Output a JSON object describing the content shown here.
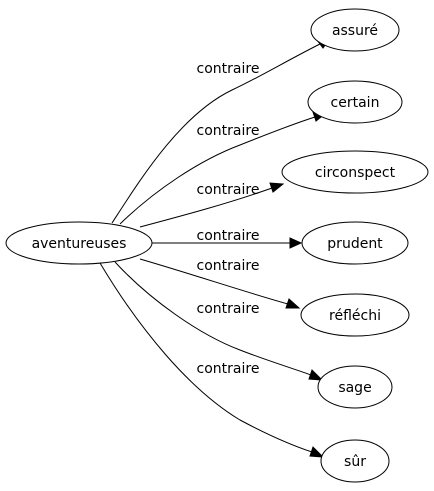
{
  "graph": {
    "source": {
      "label": "aventureuses"
    },
    "edge_label": "contraire",
    "targets": [
      {
        "label": "assuré"
      },
      {
        "label": "certain"
      },
      {
        "label": "circonspect"
      },
      {
        "label": "prudent"
      },
      {
        "label": "réfléchi"
      },
      {
        "label": "sage"
      },
      {
        "label": "sûr"
      }
    ],
    "colors": {
      "stroke": "#000000",
      "fill": "#ffffff",
      "background": "#ffffff"
    }
  }
}
